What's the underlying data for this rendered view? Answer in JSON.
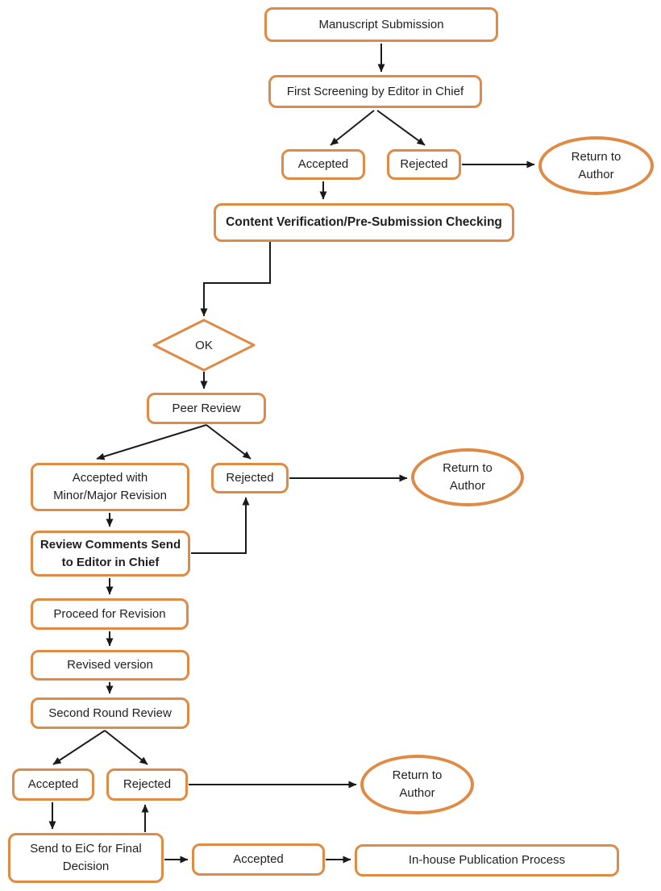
{
  "diagram": {
    "type": "flowchart",
    "accent_color": "#DF8B45",
    "arrow_color": "#1a1a1a",
    "nodes": {
      "manuscript_submission": {
        "label": "Manuscript Submission",
        "shape": "process"
      },
      "first_screening": {
        "label": "First Screening by Editor in Chief",
        "shape": "process"
      },
      "accepted_1": {
        "label": "Accepted",
        "shape": "process"
      },
      "rejected_1": {
        "label": "Rejected",
        "shape": "process"
      },
      "return_author_1": {
        "label": "Return to\nAuthor",
        "shape": "terminator"
      },
      "content_verification": {
        "label": "Content Verification/Pre-Submission Checking",
        "shape": "process"
      },
      "ok_decision": {
        "label": "OK",
        "shape": "decision"
      },
      "peer_review": {
        "label": "Peer Review",
        "shape": "process"
      },
      "accepted_with_revision": {
        "label": "Accepted with\nMinor/Major Revision",
        "shape": "process"
      },
      "rejected_2": {
        "label": "Rejected",
        "shape": "process"
      },
      "return_author_2": {
        "label": "Return to\nAuthor",
        "shape": "terminator"
      },
      "review_comments": {
        "label": "Review Comments Send\nto Editor in Chief",
        "shape": "process"
      },
      "proceed_for_revision": {
        "label": "Proceed for Revision",
        "shape": "process"
      },
      "revised_version": {
        "label": "Revised version",
        "shape": "process"
      },
      "second_round_review": {
        "label": "Second Round Review",
        "shape": "process"
      },
      "accepted_2": {
        "label": "Accepted",
        "shape": "process"
      },
      "rejected_3": {
        "label": "Rejected",
        "shape": "process"
      },
      "return_author_3": {
        "label": "Return to\nAuthor",
        "shape": "terminator"
      },
      "send_to_eic": {
        "label": "Send to EiC for Final\nDecision",
        "shape": "process"
      },
      "accepted_3": {
        "label": "Accepted",
        "shape": "process"
      },
      "inhouse_publication": {
        "label": "In-house Publication Process",
        "shape": "process"
      }
    },
    "edges": [
      {
        "from": "manuscript_submission",
        "to": "first_screening"
      },
      {
        "from": "first_screening",
        "to": "accepted_1"
      },
      {
        "from": "first_screening",
        "to": "rejected_1"
      },
      {
        "from": "rejected_1",
        "to": "return_author_1"
      },
      {
        "from": "accepted_1",
        "to": "content_verification"
      },
      {
        "from": "content_verification",
        "to": "ok_decision"
      },
      {
        "from": "ok_decision",
        "to": "peer_review"
      },
      {
        "from": "peer_review",
        "to": "accepted_with_revision"
      },
      {
        "from": "peer_review",
        "to": "rejected_2"
      },
      {
        "from": "rejected_2",
        "to": "return_author_2"
      },
      {
        "from": "accepted_with_revision",
        "to": "review_comments"
      },
      {
        "from": "review_comments",
        "to": "rejected_2"
      },
      {
        "from": "review_comments",
        "to": "proceed_for_revision"
      },
      {
        "from": "proceed_for_revision",
        "to": "revised_version"
      },
      {
        "from": "revised_version",
        "to": "second_round_review"
      },
      {
        "from": "second_round_review",
        "to": "accepted_2"
      },
      {
        "from": "second_round_review",
        "to": "rejected_3"
      },
      {
        "from": "rejected_3",
        "to": "return_author_3"
      },
      {
        "from": "accepted_2",
        "to": "send_to_eic"
      },
      {
        "from": "send_to_eic",
        "to": "rejected_3"
      },
      {
        "from": "send_to_eic",
        "to": "accepted_3"
      },
      {
        "from": "accepted_3",
        "to": "inhouse_publication"
      }
    ]
  }
}
